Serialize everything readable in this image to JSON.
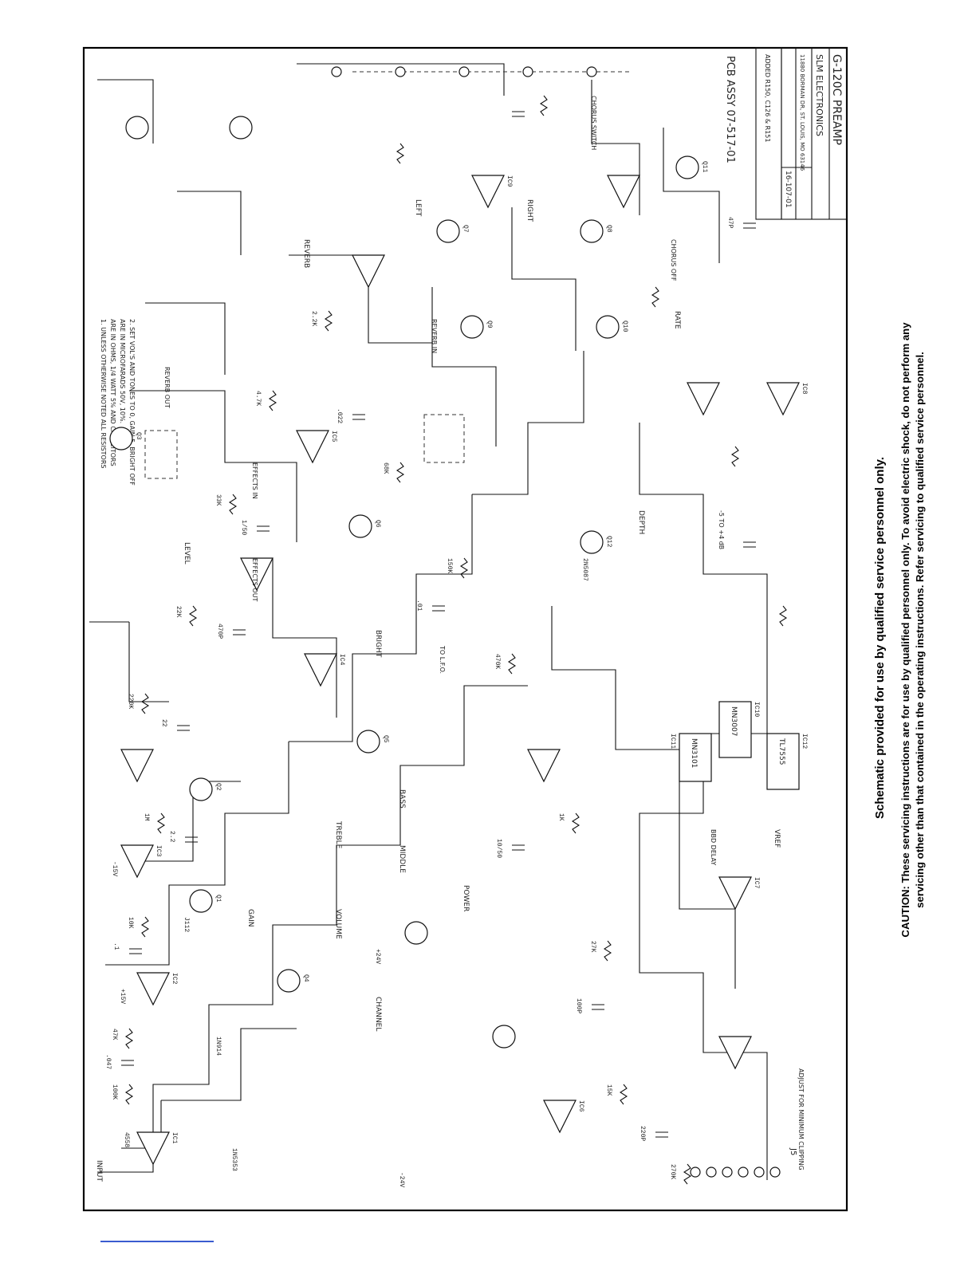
{
  "notes": {
    "general": [
      "1. UNLESS OTHERWISE NOTED ALL RESISTORS",
      "ARE IN OHMS, 1/4 WATT 5% AND CAPACITORS",
      "ARE IN MICROFARADS 50V, 10%.",
      "2. SET VOL'S AND TONES TO 0, GAIN 5, BRIGHT OFF"
    ]
  },
  "title_block": {
    "title": "G-120C PREAMP",
    "company": "SLM ELECTRONICS",
    "address": "11880 BORMAN DR, ST. LOUIS, MO 63146",
    "drawing_number": "16-107-01",
    "pcb_assy": "PCB ASSY  07-517-01",
    "revision_note": "ADDED R150, C126 & R151"
  },
  "sections": {
    "input": "INPUT",
    "gain": "GAIN",
    "level": "LEVEL",
    "volume": "VOLUME",
    "treble": "TREBLE",
    "middle": "MIDDLE",
    "bass": "BASS",
    "bright": "BRIGHT",
    "reverb": "REVERB",
    "reverb_out": "REVERB OUT",
    "reverb_in": "REVERB IN",
    "effects_out": "EFFECTS OUT",
    "effects_in": "EFFECTS IN",
    "left": "LEFT",
    "right": "RIGHT",
    "depth": "DEPTH",
    "rate": "RATE",
    "power": "POWER",
    "chorus_switch": "CHORUS SWITCH",
    "chorus_off": "CHORUS OFF",
    "vref": "VREF",
    "adjust": "ADJUST FOR MINIMUM CLIPPING",
    "bbd_delay": "BBD DELAY",
    "delay_line": "TO L.F.O.",
    "channel": "CHANNEL",
    "tone_values": "-5 TO +4 dB"
  },
  "parts": {
    "ics": [
      "IC1",
      "IC2",
      "IC3",
      "IC4",
      "IC5",
      "IC6",
      "IC7",
      "IC8",
      "IC9",
      "IC10",
      "IC11",
      "IC12"
    ],
    "transistors": [
      "Q1",
      "Q2",
      "Q3",
      "Q4",
      "Q5",
      "Q6",
      "Q7",
      "Q8",
      "Q9",
      "Q10",
      "Q11",
      "Q12"
    ],
    "jfet_type": "J112",
    "bjt_type": "2N5087",
    "opamp_type": "4558",
    "bbd_ic": "MN3007",
    "clock_ic": "MN3101",
    "timer_ic": "TL7555",
    "diode_type": "1N914",
    "zener_type": "1N5353",
    "resistors": [
      "100K",
      "47K",
      "10K",
      "1M",
      "220K",
      "22K",
      "33K",
      "4.7K",
      "2.2K",
      "68K",
      "150K",
      "470K",
      "1K",
      "27K",
      "15K",
      "270K"
    ],
    "capacitors": [
      ".047",
      ".1",
      "2.2",
      "22",
      "470P",
      "1/50",
      ".022",
      ".01",
      "10/50",
      "100P",
      "220P",
      "47P"
    ]
  },
  "rails": {
    "pos": "+15V",
    "neg": "-15V",
    "pos24": "+24V",
    "neg24": "-24V",
    "connector": "J5"
  },
  "footer": {
    "service_line": "Schematic provided for use by qualified service personnel only.",
    "caution_1": "CAUTION: These servicing instructions are for use by qualified personnel only. To avoid electric shock, do not perform any",
    "caution_2": "servicing other than that contained in the operating instructions. Refer servicing to qualified service personnel."
  },
  "colors": {
    "ink": "#111111",
    "paper": "#ffffff",
    "link_underline": "#3a5bd0"
  }
}
